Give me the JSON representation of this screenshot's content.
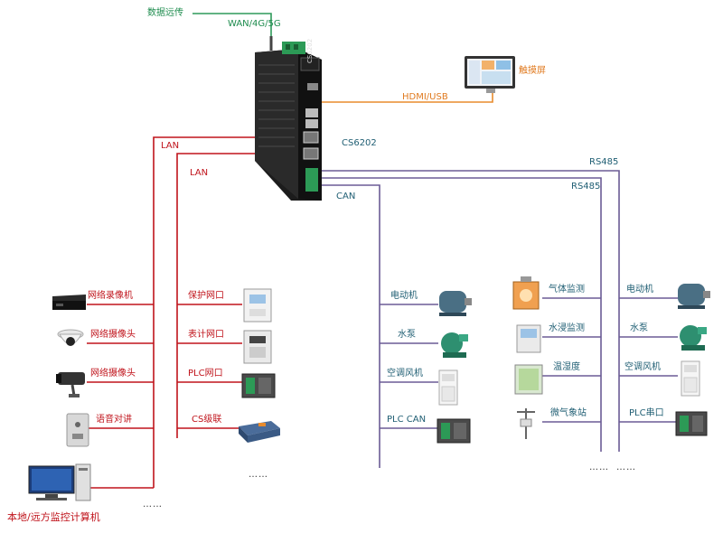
{
  "colors": {
    "lan": "#c0141c",
    "bus": "#6b5b95",
    "wan": "#2e9a5a",
    "hdmi": "#e88b2d",
    "label_teal": "#1f5e73"
  },
  "gateway": {
    "model_label": "CS6202",
    "front_label": "CS6202"
  },
  "top": {
    "data_label": "数据远传",
    "wan_label": "WAN/4G/5G"
  },
  "touch": {
    "link_label": "HDMI/USB",
    "device_label": "触摸屏"
  },
  "links": {
    "lan1": "LAN",
    "lan2": "LAN",
    "can": "CAN",
    "rs485_1": "RS485",
    "rs485_2": "RS485"
  },
  "left_devices": [
    {
      "label": "网络录像机",
      "icon": "nvr-icon"
    },
    {
      "label": "网络摄像头",
      "icon": "dome-camera-icon"
    },
    {
      "label": "网络摄像头",
      "icon": "bullet-camera-icon"
    },
    {
      "label": "语音对讲",
      "icon": "intercom-icon"
    }
  ],
  "computer_label": "本地/远方监控计算机",
  "lan2_devices": [
    {
      "label": "保护网口",
      "icon": "protection-relay-icon"
    },
    {
      "label": "表计网口",
      "icon": "meter-icon"
    },
    {
      "label": "PLC网口",
      "icon": "plc-icon"
    },
    {
      "label": "CS级联",
      "icon": "cascade-gateway-icon"
    }
  ],
  "can_devices": [
    {
      "label": "电动机",
      "icon": "motor-icon"
    },
    {
      "label": "水泵",
      "icon": "pump-icon"
    },
    {
      "label": "空调风机",
      "icon": "air-conditioner-icon"
    },
    {
      "label": "PLC CAN",
      "icon": "plc-icon"
    }
  ],
  "rs485a_devices": [
    {
      "label": "气体监测",
      "icon": "gas-detector-icon"
    },
    {
      "label": "水浸监测",
      "icon": "water-leak-icon"
    },
    {
      "label": "温湿度",
      "icon": "thermo-hygrometer-icon"
    },
    {
      "label": "微气象站",
      "icon": "weather-station-icon"
    }
  ],
  "rs485b_devices": [
    {
      "label": "电动机",
      "icon": "motor-icon"
    },
    {
      "label": "水泵",
      "icon": "pump-icon"
    },
    {
      "label": "空调风机",
      "icon": "air-conditioner-icon"
    },
    {
      "label": "PLC串口",
      "icon": "plc-icon"
    }
  ],
  "ellipsis": {
    "left": "……",
    "lan2": "……",
    "rs485a": "……",
    "rs485b": "……"
  }
}
